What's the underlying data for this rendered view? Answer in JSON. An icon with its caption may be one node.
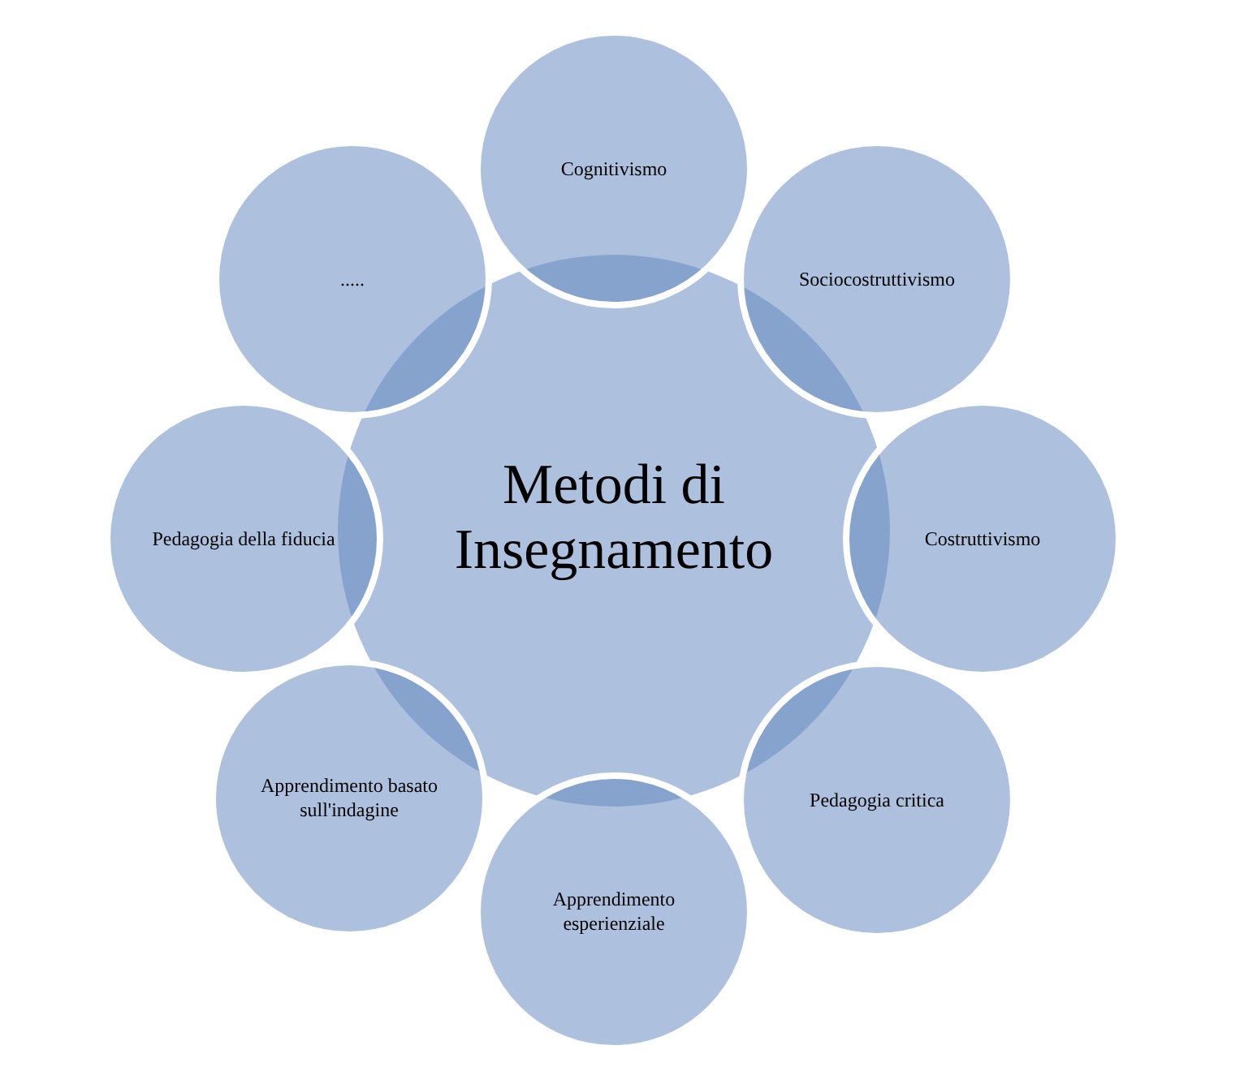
{
  "diagram": {
    "nodes": [
      {
        "text": [
          "Metodi di Insegnamento"
        ]
      },
      {
        "text": [
          "Cognitivismo"
        ]
      },
      {
        "text": [
          "Sociocostruttivismo"
        ]
      },
      {
        "text": [
          "Costruttivismo"
        ]
      },
      {
        "text": [
          "Pedagogia critica"
        ]
      },
      {
        "text": [
          "Apprendimento esperienziale"
        ]
      },
      {
        "text": [
          "Apprendimento basato sull'indagine"
        ]
      },
      {
        "text": [
          "Pedagogia della fiducia"
        ]
      },
      {
        "text": [
          "....."
        ]
      }
    ]
  }
}
